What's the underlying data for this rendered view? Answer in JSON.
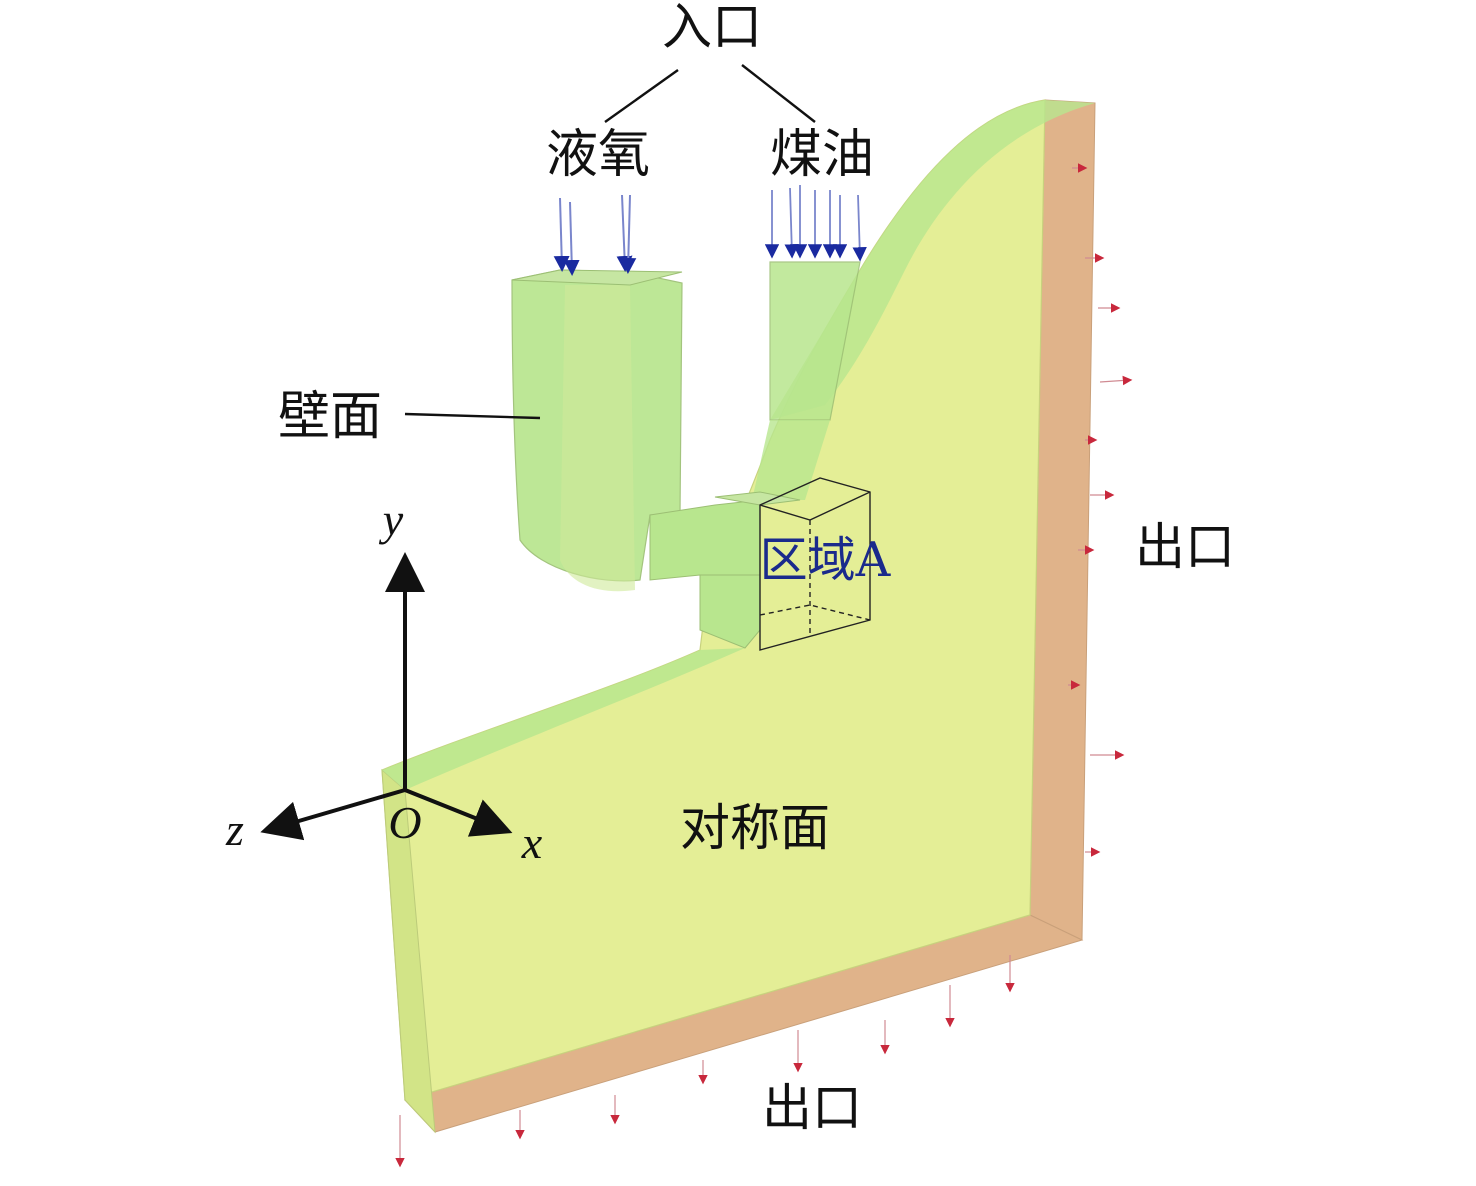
{
  "labels": {
    "inlet": "入口",
    "lox": "液氧",
    "kerosene": "煤油",
    "wall": "壁面",
    "region_a": "区域A",
    "outlet_right": "出口",
    "outlet_bottom": "出口",
    "symmetry_plane": "对称面"
  },
  "axes": {
    "x": "x",
    "y": "y",
    "z": "z",
    "origin": "O"
  },
  "colors": {
    "fluid_face": "#e4ee96",
    "fluid_dark": "#d2e487",
    "wall_face": "#b8e68e",
    "outlet_face": "#e0b38a",
    "inlet_arrow": "#1a2aa0",
    "outlet_arrow": "#c8283c",
    "region_label": "#1a2a8c"
  }
}
